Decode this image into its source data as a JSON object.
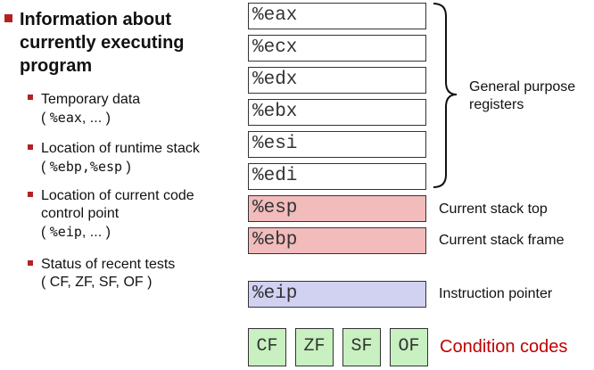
{
  "left_panel": {
    "heading_lines": [
      "Information about",
      "currently executing",
      "program"
    ],
    "items": [
      {
        "lines": [
          "Temporary data"
        ],
        "code_prefix": "( ",
        "code": "%eax",
        "code_suffix": ", ... )"
      },
      {
        "lines": [
          "Location of runtime stack"
        ],
        "code_prefix": "( ",
        "code": "%ebp,%esp",
        "code_suffix": " )"
      },
      {
        "lines": [
          "Location of current code",
          "control point"
        ],
        "code_prefix": "( ",
        "code": "%eip",
        "code_suffix": ", ... )"
      },
      {
        "lines": [
          "Status of recent tests",
          "( CF, ZF, SF, OF )"
        ]
      }
    ]
  },
  "registers": {
    "general": [
      "%eax",
      "%ecx",
      "%edx",
      "%ebx",
      "%esi",
      "%edi"
    ],
    "esp": "%esp",
    "ebp": "%ebp",
    "eip": "%eip"
  },
  "labels": {
    "general_purpose_lines": [
      "General purpose",
      "registers"
    ],
    "stack_top": "Current stack top",
    "stack_frame": "Current stack frame",
    "instruction_pointer": "Instruction pointer",
    "condition_codes": "Condition codes"
  },
  "flags": [
    "CF",
    "ZF",
    "SF",
    "OF"
  ],
  "colors": {
    "bullet": "#b22222",
    "pink_register": "#f2bcbc",
    "purple_register": "#d1d1f2",
    "flag_fill": "#c8f0c0",
    "condition_codes_text": "#c00000"
  }
}
